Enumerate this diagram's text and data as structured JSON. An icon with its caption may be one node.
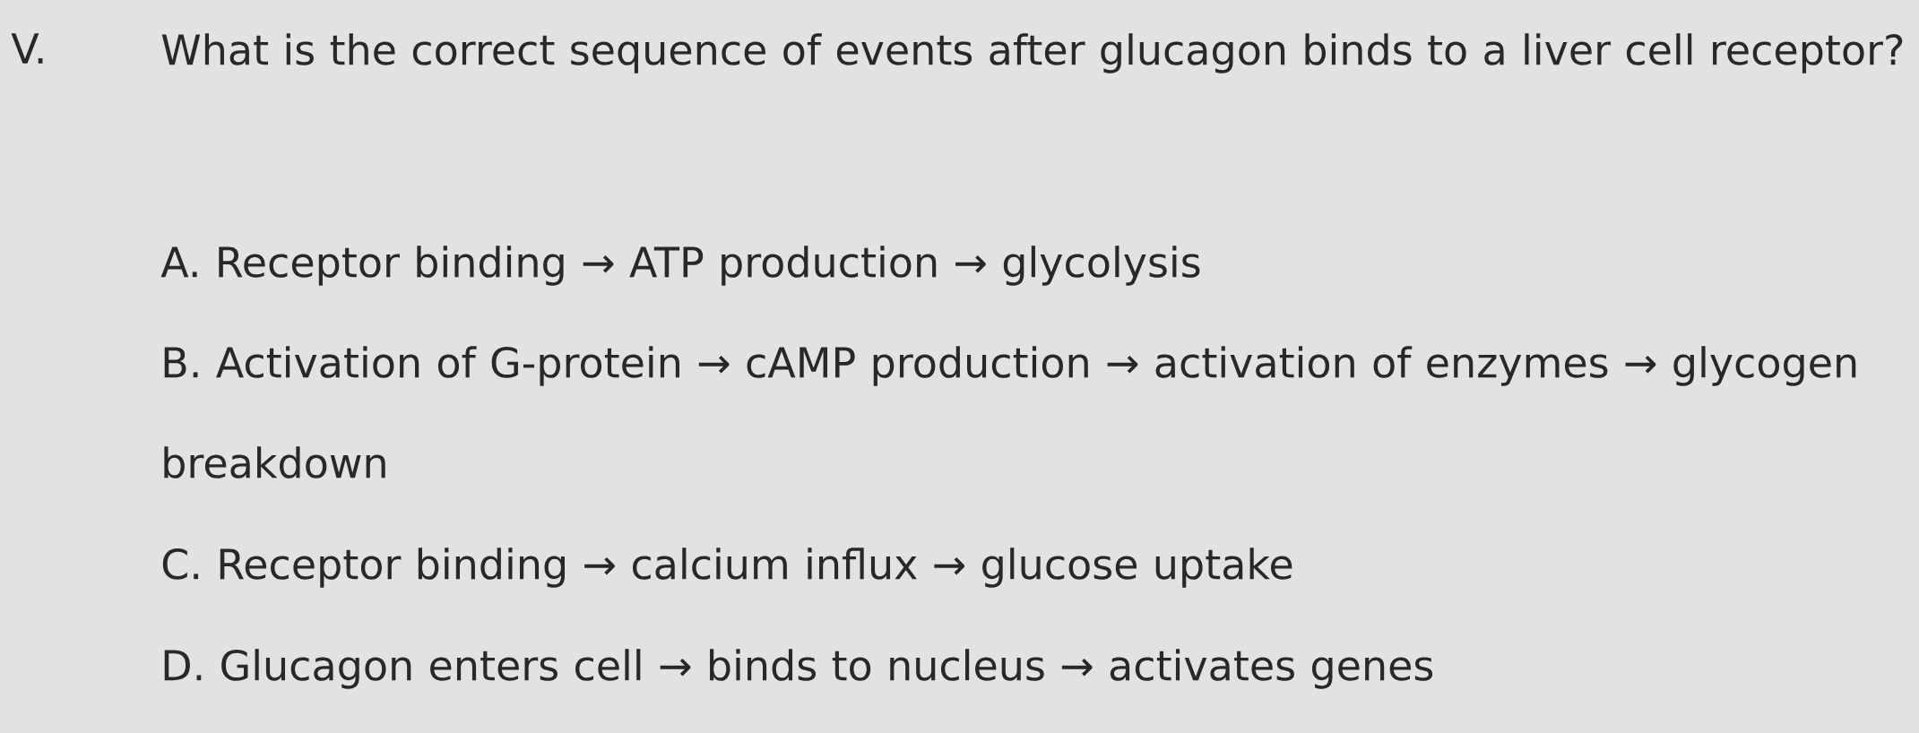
{
  "diagram": {
    "labels": [
      "V.",
      "What is the correct sequence of events after glucagon binds to a liver cell receptor?",
      "A. Receptor binding → ATP production → glycolysis",
      "B. Activation of G-protein → cAMP production → activation of enzymes → glycogen breakdown",
      "C. Receptor binding → calcium influx → glucose uptake",
      "D. Glucagon enters cell → binds to nucleus → activates genes"
    ]
  }
}
